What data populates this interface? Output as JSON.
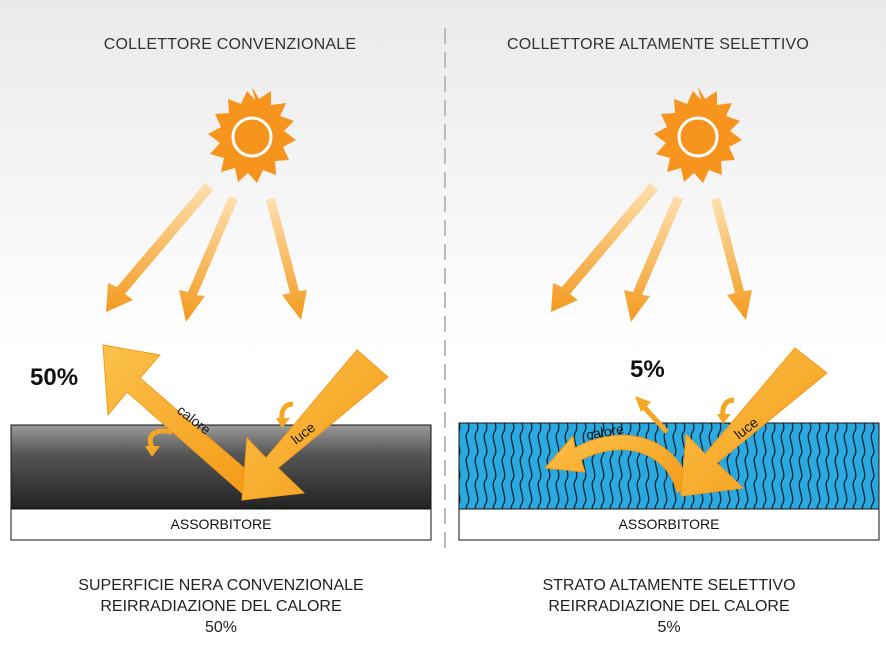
{
  "left_panel": {
    "title": "COLLETTORE CONVENZIONALE",
    "percentage": "50%",
    "heat_label": "calore",
    "light_label": "luce",
    "absorber_label": "ASSORBITORE",
    "caption": [
      "SUPERFICIE NERA CONVENZIONALE",
      "REIRRADIAZIONE DEL CALORE",
      "50%"
    ],
    "surface_color": "#2a2a2a"
  },
  "right_panel": {
    "title": "COLLETTORE ALTAMENTE SELETTIVO",
    "percentage": "5%",
    "heat_label": "calore",
    "light_label": "luce",
    "absorber_label": "ASSORBITORE",
    "caption": [
      "STRATO ALTAMENTE SELETTIVO",
      "REIRRADIAZIONE DEL CALORE",
      "5%"
    ],
    "surface_color": "#2aa8e0"
  },
  "colors": {
    "sun": "#f7941d",
    "ray_arrow": "#f9a83a",
    "big_arrow": "#f5a623",
    "divider": "#bbbbbb"
  },
  "icons": {
    "sun": "sun-icon",
    "ray": "arrow-icon"
  }
}
